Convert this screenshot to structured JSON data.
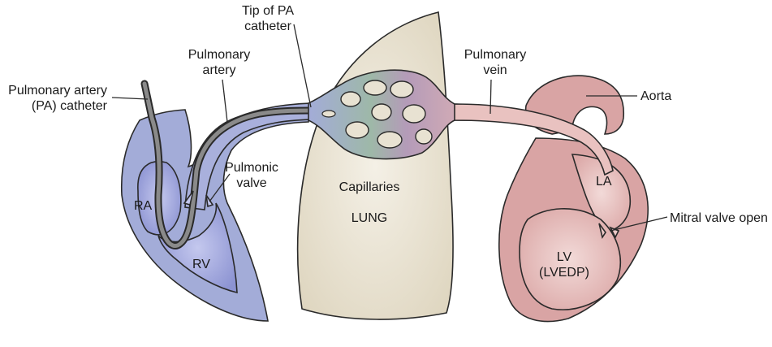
{
  "diagram": {
    "title": "Pulmonary artery catheter pathway through heart and lung",
    "labels": {
      "pa_catheter_line1": "Pulmonary artery",
      "pa_catheter_line2": "(PA) catheter",
      "pulmonary_artery_line1": "Pulmonary",
      "pulmonary_artery_line2": "artery",
      "tip_line1": "Tip of PA",
      "tip_line2": "catheter",
      "pulmonary_vein_line1": "Pulmonary",
      "pulmonary_vein_line2": "vein",
      "aorta": "Aorta",
      "pulmonic_valve_line1": "Pulmonic",
      "pulmonic_valve_line2": "valve",
      "ra": "RA",
      "rv": "RV",
      "capillaries": "Capillaries",
      "lung": "LUNG",
      "la": "LA",
      "mitral_valve": "Mitral valve open",
      "lv_line1": "LV",
      "lv_line2": "(LVEDP)"
    },
    "colors": {
      "right_heart": "#a3acd8",
      "right_heart_inner": "#8f96d3",
      "lung": "#e8e2d2",
      "left_heart": "#d9a4a4",
      "left_heart_inner": "#ecc9c7",
      "catheter": "#8a8a8a",
      "outline": "#2a2a2a"
    }
  }
}
